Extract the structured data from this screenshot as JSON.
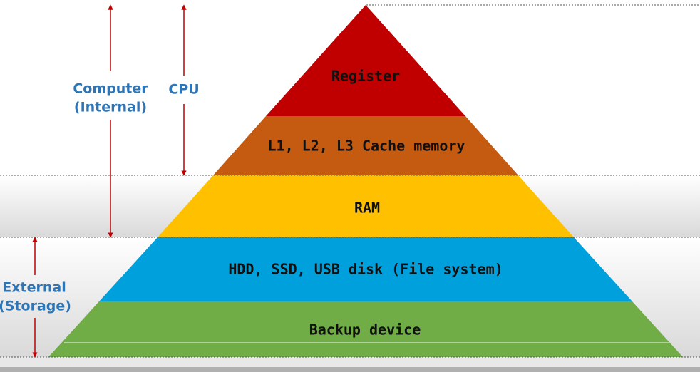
{
  "pyramid": {
    "tiers": [
      {
        "label": "Register",
        "color": "#c00000"
      },
      {
        "label": "L1, L2, L3 Cache memory",
        "color": "#c55a11"
      },
      {
        "label": "RAM",
        "color": "#ffc000"
      },
      {
        "label": "HDD, SSD, USB disk (File system)",
        "color": "#00a0dc"
      },
      {
        "label": "Backup device",
        "color": "#70ad47"
      }
    ]
  },
  "scopes": {
    "computer": {
      "line1": "Computer",
      "line2": "(Internal)"
    },
    "cpu": {
      "label": "CPU"
    },
    "external": {
      "line1": "External",
      "line2": "(Storage)"
    }
  },
  "colors": {
    "arrow": "#c00000",
    "scope_text": "#2e75b6",
    "guide_line": "#555555"
  }
}
